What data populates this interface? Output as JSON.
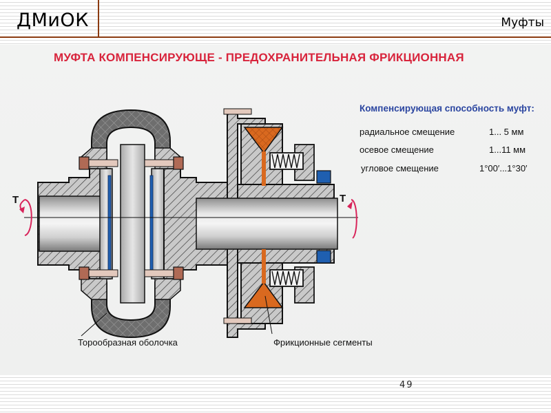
{
  "header": {
    "course_title": "ДМиОК",
    "section_title": "Муфты"
  },
  "slide": {
    "title": "МУФТА  КОМПЕНСИРУЮЩЕ - ПРЕДОХРАНИТЕЛЬНАЯ  ФРИКЦИОННАЯ",
    "compensation": {
      "heading": "Компенсирующая способность муфт:",
      "rows": [
        {
          "label": "радиальное смещение",
          "value": "1... 5 мм"
        },
        {
          "label": "осевое смещение",
          "value": "1...11 мм"
        },
        {
          "label": "угловое смещение",
          "value": "1°00′...1°30′"
        }
      ]
    },
    "torque_labels": {
      "left": "T",
      "right": "T"
    },
    "callouts": {
      "toroidal_shell": "Торообразная оболочка",
      "friction_segments": "Фрикционные сегменты"
    },
    "colors": {
      "title_red": "#d8243c",
      "heading_blue": "#2b45a0",
      "header_brown": "#8b3a10",
      "friction_orange": "#d9691f",
      "seal_blue": "#1f5fb0",
      "torque_arrow": "#d8245a"
    }
  },
  "footer": {
    "page_number": "49"
  }
}
